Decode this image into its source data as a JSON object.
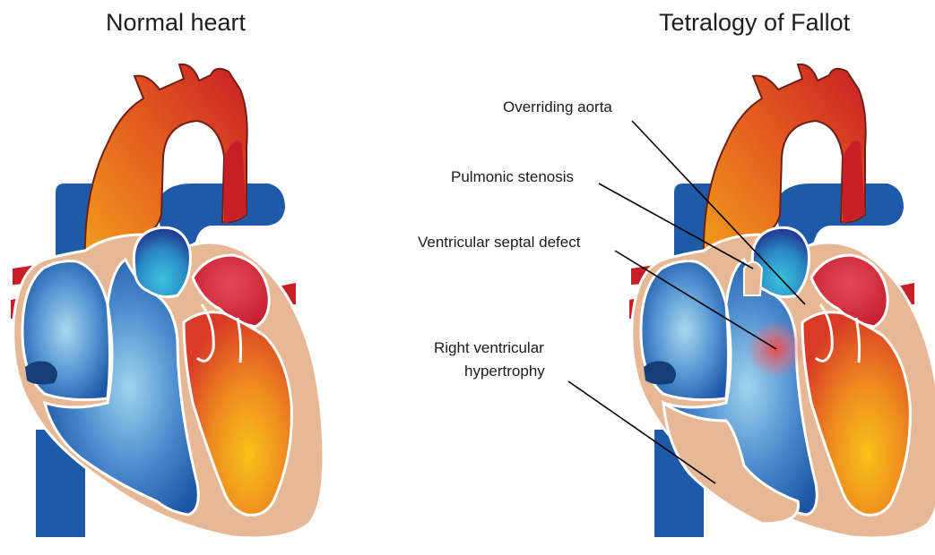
{
  "panels": [
    {
      "title": "Normal heart"
    },
    {
      "title": "Tetralogy of Fallot"
    }
  ],
  "annotations": [
    {
      "text": "Overriding aorta"
    },
    {
      "text": "Pulmonic stenosis"
    },
    {
      "text": "Ventricular septal defect"
    },
    {
      "text": "Right ventricular"
    },
    {
      "text": "hypertrophy"
    }
  ],
  "colors": {
    "background": "#ffffff",
    "myocardium": "#e6b896",
    "deoxygenated_blue": "#1f5aa8",
    "oxygenated_red": "#c81e28",
    "aorta_orange": "#e8731e",
    "outline": "#6e2018"
  }
}
